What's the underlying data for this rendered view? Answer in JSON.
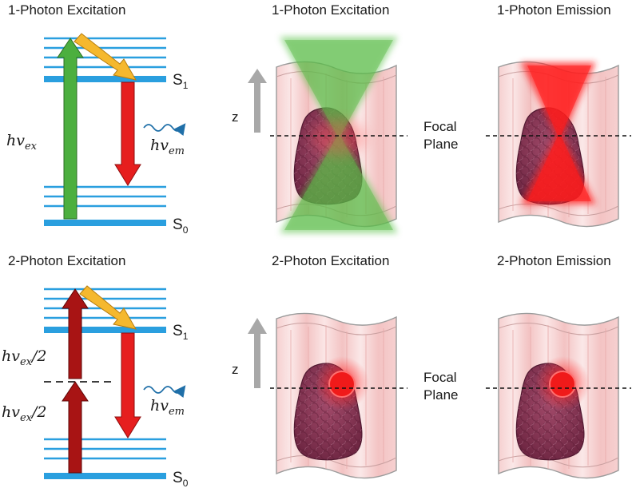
{
  "panels": {
    "top_left_title": "1-Photon Excitation",
    "top_mid_title": "1-Photon Excitation",
    "top_right_title": "1-Photon Emission",
    "bottom_left_title": "2-Photon Excitation",
    "bottom_mid_title": "2-Photon Excitation",
    "bottom_right_title": "2-Photon Emission"
  },
  "levels": {
    "s1_main": "S",
    "s1_sub": "1",
    "s0_main": "S",
    "s0_sub": "0"
  },
  "photons": {
    "hv_main": "hv",
    "ex_sub": "ex",
    "em_sub": "em",
    "half_suffix": "/2"
  },
  "tissue": {
    "z_label": "z",
    "focal_line1": "Focal",
    "focal_line2": "Plane"
  },
  "colors": {
    "energy_level": "#2a9fdf",
    "excitation_green": "#4caf3f",
    "excitation_dark_red": "#a81414",
    "emission_red": "#e61e1e",
    "relaxation_yellow": "#f5b82e",
    "tissue_pink": "#f4c6c6",
    "tumor_purple": "#8a3a5a",
    "z_arrow_gray": "#a8a8a8"
  }
}
